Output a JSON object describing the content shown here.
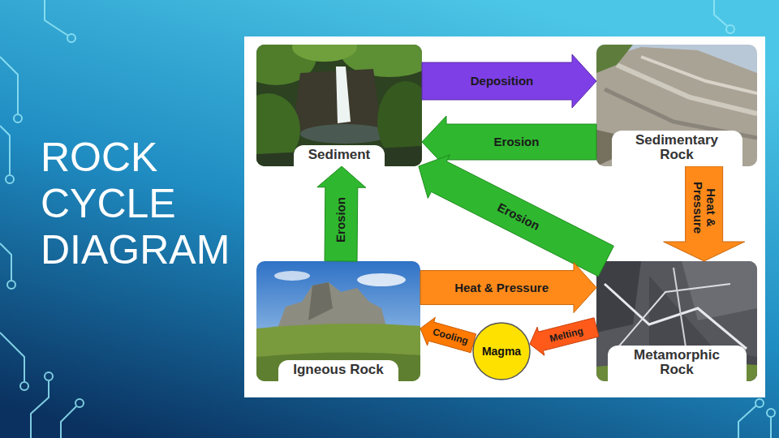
{
  "diagram": {
    "title": "ROCK CYCLE DIAGRAM",
    "nodes": [
      {
        "text": [
          "Sediment"
        ]
      },
      {
        "text": [
          "Sedimentary Rock"
        ]
      },
      {
        "text": [
          "Igneous Rock"
        ]
      },
      {
        "text": [
          "Magma"
        ]
      },
      {
        "text": [
          "Metamorphic Rock"
        ]
      }
    ],
    "edges": [
      {
        "from": 0,
        "to": 1,
        "label": "Deposition",
        "arrow": "to"
      },
      {
        "from": 1,
        "to": 0,
        "label": "Erosion",
        "arrow": "to"
      },
      {
        "from": 2,
        "to": 0,
        "label": "Erosion",
        "arrow": "to"
      },
      {
        "from": 4,
        "to": 0,
        "label": "Erosion",
        "arrow": "to"
      },
      {
        "from": 1,
        "to": 4,
        "label": "Heat & Pressure",
        "arrow": "to"
      },
      {
        "from": 2,
        "to": 4,
        "label": "Heat & Pressure",
        "arrow": "to"
      },
      {
        "from": 3,
        "to": 2,
        "label": "Cooling",
        "arrow": "to"
      },
      {
        "from": 4,
        "to": 3,
        "label": "Melting",
        "arrow": "to"
      }
    ]
  }
}
